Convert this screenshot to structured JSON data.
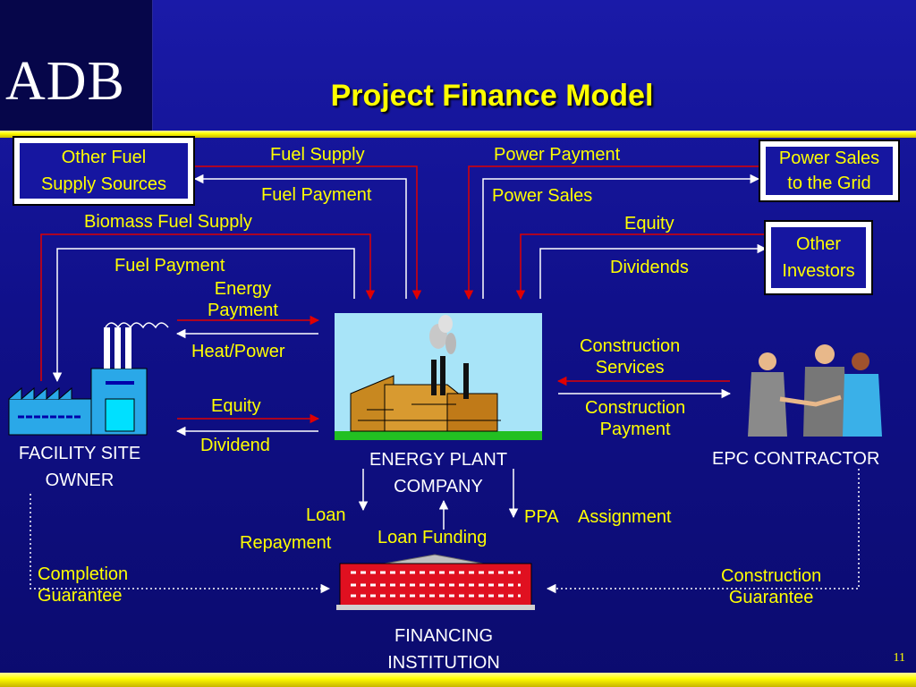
{
  "logo": "ADB",
  "title": "Project Finance Model",
  "page_number": "11",
  "boxes": {
    "other_fuel": "Other Fuel\nSupply Sources",
    "power_grid": "Power Sales\nto the Grid",
    "other_investors": "Other\nInvestors"
  },
  "flows": {
    "fuel_supply": "Fuel Supply",
    "fuel_payment_top": "Fuel Payment",
    "power_payment": "Power Payment",
    "power_sales": "Power Sales",
    "biomass_fuel_supply": "Biomass Fuel Supply",
    "fuel_payment": "Fuel Payment",
    "equity_top": "Equity",
    "dividends": "Dividends",
    "energy_payment": "Energy\nPayment",
    "heat_power": "Heat/Power",
    "equity": "Equity",
    "dividend": "Dividend",
    "construction_services": "Construction\nServices",
    "construction_payment": "Construction\nPayment",
    "loan_repayment_1": "Loan",
    "loan_repayment_2": "Repayment",
    "loan_funding": "Loan Funding",
    "ppa": "PPA",
    "assignment": "Assignment",
    "completion_guarantee": "Completion\nGuarantee",
    "construction_guarantee": "Construction\nGuarantee"
  },
  "entities": {
    "facility_site_owner": "FACILITY SITE\nOWNER",
    "energy_plant_company": "ENERGY PLANT\nCOMPANY",
    "epc_contractor": "EPC CONTRACTOR",
    "financing_institution": "FINANCING\nINSTITUTION"
  },
  "colors": {
    "background": "#1414a0",
    "title": "#ffff00",
    "flow_label": "#ffff00",
    "entity_label": "#ffffff",
    "red_arrow": "#e00000",
    "white_arrow": "#ffffff",
    "band": "#ffff00"
  }
}
